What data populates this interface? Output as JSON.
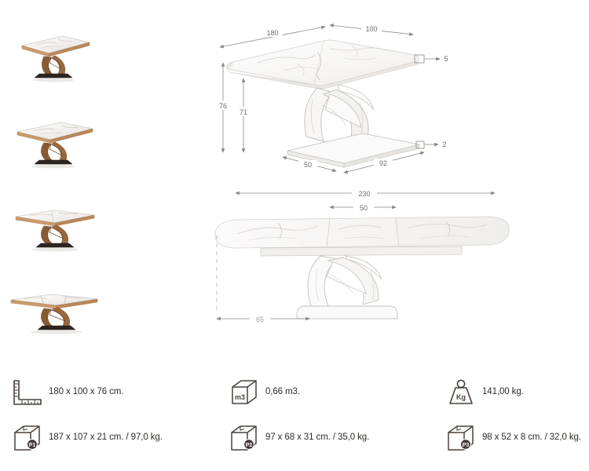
{
  "product": {
    "type": "extending-dining-table",
    "thumbnails": [
      {
        "label": "table closed view",
        "icon": "table-thumbnail"
      },
      {
        "label": "table closed angled view",
        "icon": "table-thumbnail"
      },
      {
        "label": "table partially extended view",
        "icon": "table-thumbnail"
      },
      {
        "label": "table fully extended view",
        "icon": "table-thumbnail"
      }
    ]
  },
  "drawings": {
    "iso": {
      "name": "isometric-closed-view",
      "dimensions": {
        "length": "180",
        "depth": "100",
        "top_thickness": "5",
        "total_height": "76",
        "base_height": "71",
        "plinth_thickness": "2",
        "plinth_depth": "50",
        "plinth_width": "92"
      }
    },
    "front": {
      "name": "front-elevation-extended-view",
      "dimensions": {
        "extended_length": "230",
        "leaf_width": "50",
        "base_offset": "65"
      }
    }
  },
  "specs": {
    "rows": [
      {
        "cells": [
          {
            "icon": "ruler-icon",
            "name": "product-dimensions",
            "text": "180 x 100 x 76 cm."
          },
          {
            "icon": "volume-icon",
            "name": "shipping-volume",
            "text": "0,66 m3."
          },
          {
            "icon": "weight-icon",
            "name": "total-weight",
            "text": "141,00 kg."
          }
        ]
      },
      {
        "cells": [
          {
            "icon": "package-icon",
            "badge": "P1",
            "name": "package-1",
            "text": "187 x 107 x 21 cm. / 97,0 kg."
          },
          {
            "icon": "package-icon",
            "badge": "P2",
            "name": "package-2",
            "text": "97 x 68 x 31 cm. / 35,0 kg."
          },
          {
            "icon": "package-icon",
            "badge": "P3",
            "name": "package-3",
            "text": "98 x 52 x 8 cm. / 32,0 kg."
          }
        ]
      }
    ],
    "icon_labels": {
      "volume_unit": "m3",
      "weight_unit": "Kg"
    }
  },
  "colors": {
    "marble_top": "#f4f2f0",
    "wood_base": "#8a5a33",
    "plinth_dark": "#2d2522",
    "line": "#8c8784",
    "icon_stroke": "#4a403c",
    "text": "#312a27"
  }
}
